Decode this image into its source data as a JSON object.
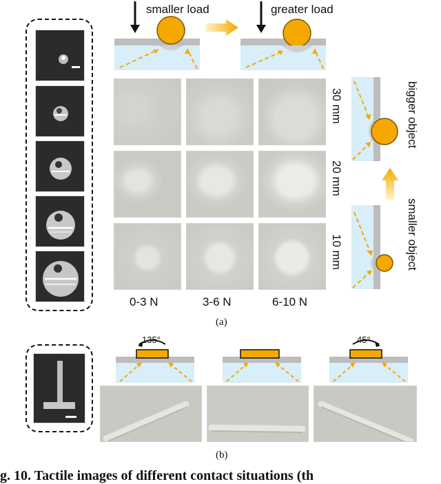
{
  "panel_a": {
    "load_labels": [
      "smaller load",
      "greater load"
    ],
    "column_labels": [
      "0-3 N",
      "3-6 N",
      "6-10 N"
    ],
    "row_labels": [
      "30 mm",
      "20 mm",
      "10 mm"
    ],
    "side_labels": {
      "bigger": "bigger object",
      "smaller": "smaller object"
    },
    "caption": "(a)"
  },
  "panel_b": {
    "angle_labels": [
      "135°",
      "45°"
    ],
    "caption": "(b)"
  },
  "figure_caption": "g. 10.   Tactile images of different contact situations (th",
  "colors": {
    "ball": "#F5A800",
    "arrow": "#F5A800",
    "gel": "#D8EEF8",
    "plate": "#BDBDBD"
  }
}
